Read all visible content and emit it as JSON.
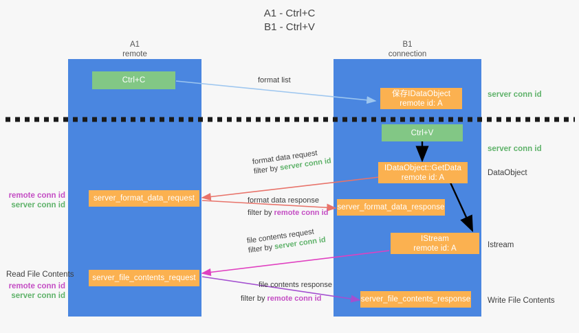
{
  "title": {
    "line1": "A1 - Ctrl+C",
    "line2": "B1 - Ctrl+V"
  },
  "colors": {
    "lane": "#4a86e0",
    "box_green": "#82c785",
    "box_orange": "#fbb150",
    "green_text": "#5fb26a",
    "purple_text": "#c44ec4",
    "arrow_blue": "#9dc6ef",
    "arrow_red": "#e8736a",
    "arrow_magenta": "#e040c0",
    "arrow_purple": "#a34fd0",
    "arrow_black": "#000000",
    "divider": "#1a1a1a"
  },
  "columns": [
    {
      "name": "A1",
      "role": "remote"
    },
    {
      "name": "B1",
      "role": "connection"
    }
  ],
  "boxes": {
    "ctrl_c": {
      "line1": "Ctrl+C"
    },
    "idataobject_store": {
      "line1": "保存IDataObject",
      "line2": "remote id: A"
    },
    "ctrl_v": {
      "line1": "Ctrl+V"
    },
    "getdata": {
      "line1": "IDataObject::GetData",
      "line2": "remote id: A"
    },
    "format_data_request": {
      "line1": "server_format_data_request"
    },
    "format_data_response": {
      "line1": "server_format_data_response"
    },
    "istream": {
      "line1": "IStream",
      "line2": "remote id: A"
    },
    "file_contents_request": {
      "line1": "server_file_contents_request"
    },
    "file_contents_response": {
      "line1": "server_file_contents_response"
    }
  },
  "side_labels": {
    "server_conn_id_top": "server conn id",
    "server_conn_id_mid": "server conn id",
    "dataobject": "DataObject",
    "istream": "Istream",
    "write_file_contents": "Write File Contents",
    "read_file_contents": "Read File Contents"
  },
  "conn_stacks": {
    "format": {
      "remote": "remote conn id",
      "server": "server conn id"
    },
    "file": {
      "remote": "remote conn id",
      "server": "server conn id"
    }
  },
  "annotations": {
    "format_list": {
      "text": "format list"
    },
    "format_data_request": {
      "line1": "format data request",
      "filter_prefix": "filter by ",
      "filter_value": "server conn id"
    },
    "format_data_response": {
      "line1": "format data response",
      "filter_prefix": "filter by ",
      "filter_value": "remote conn id"
    },
    "file_contents_request": {
      "line1": "file contents request",
      "filter_prefix": "filter by ",
      "filter_value": "server conn id"
    },
    "file_contents_response": {
      "line1": "file contents response",
      "filter_prefix": "filter by ",
      "filter_value": "remote conn id"
    }
  }
}
